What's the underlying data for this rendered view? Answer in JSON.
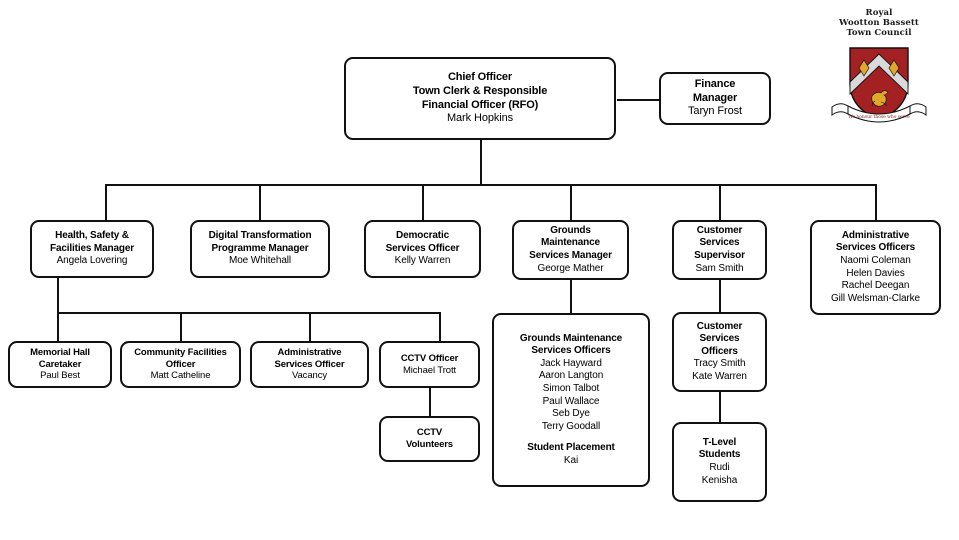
{
  "document": {
    "kind": "organisational-chart",
    "organisation": "Royal Wootton Bassett Town Council"
  },
  "logo": {
    "name": "royal-wootton-bassett-town-council-crest",
    "line1": "Royal",
    "line2": "Wootton Bassett",
    "line3": "Town Council",
    "motto": "We honour those who serve",
    "colors": {
      "shield_red": "#a32122",
      "chevron_silver": "#d9d9d9",
      "gold": "#e0a72c",
      "outline": "#111111",
      "ribbon": "#ffffff"
    }
  },
  "colors": {
    "box_border": "#111111",
    "box_fill": "#ffffff",
    "connector": "#111111",
    "text": "#000000"
  },
  "nodes": {
    "chief_officer": {
      "title_lines": [
        "Chief Officer",
        "Town Clerk & Responsible",
        "Financial Officer (RFO)"
      ],
      "people": [
        "Mark Hopkins"
      ]
    },
    "finance_manager": {
      "title_lines": [
        "Finance",
        "Manager"
      ],
      "people": [
        "Taryn Frost"
      ]
    },
    "health_safety_facilities_manager": {
      "title_lines": [
        "Health, Safety &",
        "Facilities Manager"
      ],
      "people": [
        "Angela Lovering"
      ]
    },
    "digital_transformation_programme_manager": {
      "title_lines": [
        "Digital Transformation",
        "Programme Manager"
      ],
      "people": [
        "Moe Whitehall"
      ]
    },
    "democratic_services_officer": {
      "title_lines": [
        "Democratic",
        "Services Officer"
      ],
      "people": [
        "Kelly Warren"
      ]
    },
    "grounds_maintenance_services_manager": {
      "title_lines": [
        "Grounds",
        "Maintenance",
        "Services Manager"
      ],
      "people": [
        "George Mather"
      ]
    },
    "customer_services_supervisor": {
      "title_lines": [
        "Customer",
        "Services",
        "Supervisor"
      ],
      "people": [
        "Sam Smith"
      ]
    },
    "administrative_services_officers": {
      "title_lines": [
        "Administrative",
        "Services Officers"
      ],
      "people": [
        "Naomi Coleman",
        "Helen Davies",
        "Rachel Deegan",
        "Gill Welsman-Clarke"
      ]
    },
    "memorial_hall_caretaker": {
      "title_lines": [
        "Memorial Hall",
        "Caretaker"
      ],
      "people": [
        "Paul Best"
      ]
    },
    "community_facilities_officer": {
      "title_lines": [
        "Community Facilities",
        "Officer"
      ],
      "people": [
        "Matt Catheline"
      ]
    },
    "administrative_services_officer": {
      "title_lines": [
        "Administrative",
        "Services Officer"
      ],
      "people": [
        "Vacancy"
      ]
    },
    "cctv_officer": {
      "title_lines": [
        "CCTV Officer"
      ],
      "people": [
        "Michael Trott"
      ]
    },
    "cctv_volunteers": {
      "title_lines": [
        "CCTV",
        "Volunteers"
      ],
      "people": []
    },
    "grounds_maintenance_services_officers": {
      "title_lines": [
        "Grounds Maintenance",
        "Services Officers"
      ],
      "people": [
        "Jack Hayward",
        "Aaron Langton",
        "Simon Talbot",
        "Paul Wallace",
        "Seb Dye",
        "Terry Goodall"
      ],
      "secondary_title_lines": [
        "Student Placement"
      ],
      "secondary_people": [
        "Kai"
      ]
    },
    "customer_services_officers": {
      "title_lines": [
        "Customer",
        "Services",
        "Officers"
      ],
      "people": [
        "Tracy Smith",
        "Kate Warren"
      ]
    },
    "t_level_students": {
      "title_lines": [
        "T-Level",
        "Students"
      ],
      "people": [
        "Rudi",
        "Kenisha"
      ]
    }
  }
}
